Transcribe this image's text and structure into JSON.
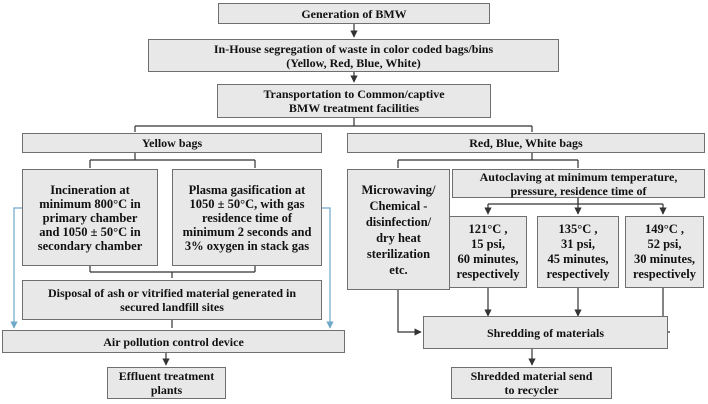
{
  "nodes": {
    "generation": {
      "lines": [
        "Generation of BMW"
      ]
    },
    "segregation": {
      "lines": [
        "In-House segregation of waste in color coded bags/bins",
        "(Yellow, Red, Blue, White)"
      ]
    },
    "transportation": {
      "lines": [
        "Transportation to Common/captive",
        "BMW treatment facilities"
      ]
    },
    "yellow_bags": {
      "lines": [
        "Yellow bags"
      ]
    },
    "rbw_bags": {
      "lines": [
        "Red, Blue, White bags"
      ]
    },
    "incineration": {
      "lines": [
        "Incineration at",
        "minimum  800°C in",
        "primary chamber",
        "and 1050 ± 50°C in",
        "secondary chamber"
      ]
    },
    "plasma": {
      "lines": [
        "Plasma gasification at",
        "1050 ± 50°C, with gas",
        "residence time of",
        "minimum 2 seconds and",
        "3% oxygen in stack gas"
      ]
    },
    "microwaving": {
      "lines": [
        "Microwaving/",
        "Chemical -",
        "disinfection/",
        "dry heat",
        "sterilization",
        "etc."
      ]
    },
    "autoclaving": {
      "lines": [
        "Autoclaving at minimum temperature,",
        "pressure, residence time of"
      ]
    },
    "auto_121": {
      "lines": [
        "121°C ,",
        "15 psi,",
        "60 minutes,",
        "respectively"
      ]
    },
    "auto_135": {
      "lines": [
        "135°C ,",
        "31 psi,",
        "45 minutes,",
        "respectively"
      ]
    },
    "auto_149": {
      "lines": [
        "149°C ,",
        "52 psi,",
        "30 minutes,",
        "respectively"
      ]
    },
    "disposal": {
      "lines": [
        "Disposal of ash or vitrified material generated in",
        "secured landfill sites"
      ]
    },
    "air_pollution": {
      "lines": [
        "Air pollution control device"
      ]
    },
    "effluent": {
      "lines": [
        "Effluent treatment",
        "plants"
      ]
    },
    "shredding": {
      "lines": [
        "Shredding of materials"
      ]
    },
    "shredded": {
      "lines": [
        "Shredded material send",
        "to recycler"
      ]
    }
  },
  "colors": {
    "box_fill": "#e8e8e8",
    "box_border": "#6f6f6f",
    "arrow": "#333333",
    "side_arrow": "#6fa8c8"
  }
}
